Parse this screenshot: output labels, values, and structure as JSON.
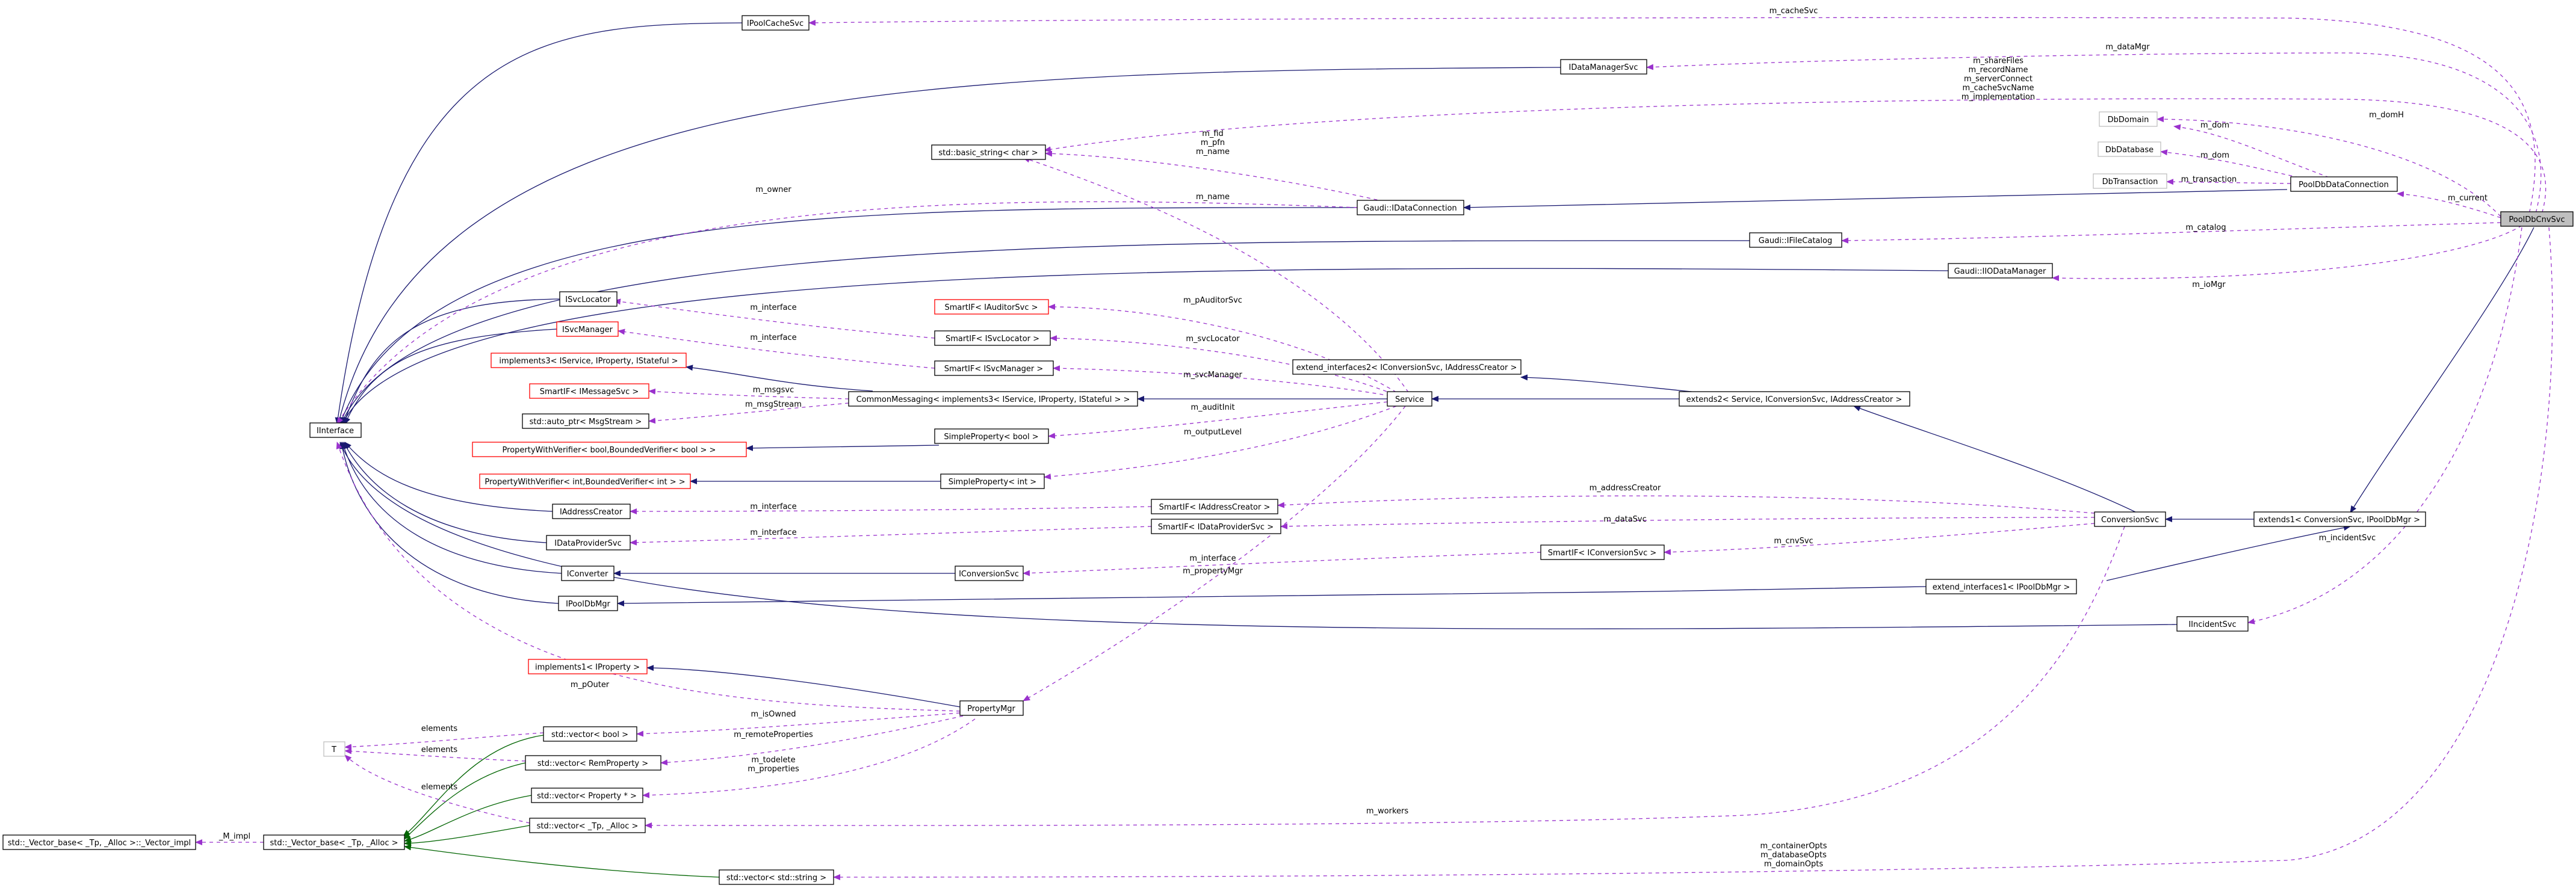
{
  "nodes": {
    "pooldbcnvsvc": "PoolDbCnvSvc",
    "ipoolcachesvc": "IPoolCacheSvc",
    "idatamanagersvc": "IDataManagerSvc",
    "std_basic_string": "std::basic_string< char >",
    "dbdomain": "DbDomain",
    "dbdatabase": "DbDatabase",
    "dbtransaction": "DbTransaction",
    "pooldbdataconnection": "PoolDbDataConnection",
    "gaudi_idataconnection": "Gaudi::IDataConnection",
    "gaudi_ifilecatalog": "Gaudi::IFileCatalog",
    "gaudi_iiodatamanager": "Gaudi::IIODataManager",
    "iinterface": "IInterface",
    "isvclocator": "ISvcLocator",
    "isvcmanager": "ISvcManager",
    "implements3": "implements3< IService, IProperty, IStateful >",
    "smartif_imessagesvc": "SmartIF< IMessageSvc >",
    "std_auto_ptr": "std::auto_ptr< MsgStream >",
    "propertywithverifier_bool": "PropertyWithVerifier< bool,BoundedVerifier< bool > >",
    "propertywithverifier_int": "PropertyWithVerifier< int,BoundedVerifier< int > >",
    "iaddresscreator": "IAddressCreator",
    "idataprovidersvc": "IDataProviderSvc",
    "iconverter": "IConverter",
    "ipooldbmgr": "IPoolDbMgr",
    "smartif_iauditorsvc": "SmartIF< IAuditorSvc >",
    "smartif_isvclocator": "SmartIF< ISvcLocator >",
    "smartif_isvcmanager": "SmartIF< ISvcManager >",
    "commonmessaging": "CommonMessaging< implements3< IService, IProperty, IStateful > >",
    "simpleproperty_bool": "SimpleProperty< bool >",
    "simpleproperty_int": "SimpleProperty< int >",
    "smartif_iaddresscreator": "SmartIF< IAddressCreator >",
    "smartif_idataprovidersvc": "SmartIF< IDataProviderSvc >",
    "iconversionsvc": "IConversionSvc",
    "extend_interfaces2": "extend_interfaces2< IConversionSvc, IAddressCreator >",
    "service": "Service",
    "extends2": "extends2< Service, IConversionSvc, IAddressCreator >",
    "smartif_iconversionsvc": "SmartIF< IConversionSvc >",
    "conversionsvc": "ConversionSvc",
    "extends1": "extends1< ConversionSvc, IPoolDbMgr >",
    "extend_interfaces1": "extend_interfaces1< IPoolDbMgr >",
    "iincidentsvc": "IIncidentSvc",
    "implements1_iproperty": "implements1< IProperty >",
    "propertymgr": "PropertyMgr",
    "t": "T",
    "std_vector_bool": "std::vector< bool >",
    "std_vector_remprop": "std::vector< RemProperty >",
    "std_vector_property": "std::vector< Property * >",
    "std_vector_tp_alloc": "std::vector< _Tp, _Alloc >",
    "std_vector_base_impl": "std::_Vector_base< _Tp, _Alloc >::_Vector_impl",
    "std_vector_base": "std::_Vector_base< _Tp, _Alloc >",
    "std_vector_string": "std::vector< std::string >"
  },
  "edge_labels": {
    "cachesvc": "m_cacheSvc",
    "datamgr": "m_dataMgr",
    "sharefiles": "m_shareFiles",
    "recordname": "m_recordName",
    "serverconnect": "m_serverConnect",
    "cachesvcname": "m_cacheSvcName",
    "implementation": "m_implementation",
    "domh": "m_domH",
    "dom_a": "m_dom",
    "dom_b": "m_dom",
    "transaction": "m_transaction",
    "current": "m_current",
    "fid": "m_fid",
    "pfn": "m_pfn",
    "name_a": "m_name",
    "owner": "m_owner",
    "name_b": "m_name",
    "catalog": "m_catalog",
    "iomgr": "m_ioMgr",
    "interface_a": "m_interface",
    "interface_b": "m_interface",
    "auditorsvc": "m_pAuditorSvc",
    "svclocator": "m_svcLocator",
    "svcmanager": "m_svcManager",
    "msgsvc": "m_msgsvc",
    "msgstream": "m_msgStream",
    "audinit": "m_auditInit",
    "outputlevel": "m_outputLevel",
    "addresscreator": "m_addressCreator",
    "datasvc": "m_dataSvc",
    "interface_c": "m_interface",
    "interface_d": "m_interface",
    "cnvsvc": "m_cnvSvc",
    "interface_e": "m_interface",
    "propertymgr": "m_propertyMgr",
    "incidentsvc": "m_incidentSvc",
    "pouter": "m_pOuter",
    "isowned": "m_isOwned",
    "remoteproperties": "m_remoteProperties",
    "todelete": "m_todelete",
    "properties": "m_properties",
    "elements_a": "elements",
    "elements_b": "elements",
    "elements_c": "elements",
    "impl": "_M_impl",
    "workers": "m_workers",
    "containeropts": "m_containerOpts",
    "databaseopts": "m_databaseOpts",
    "domainopts": "m_domainOpts"
  },
  "colors": {
    "inheritance": "#191970",
    "association": "#9a32cd",
    "template": "#006400",
    "root_fill": "#bfbfbf",
    "incomplete_border": "#ff0000"
  }
}
